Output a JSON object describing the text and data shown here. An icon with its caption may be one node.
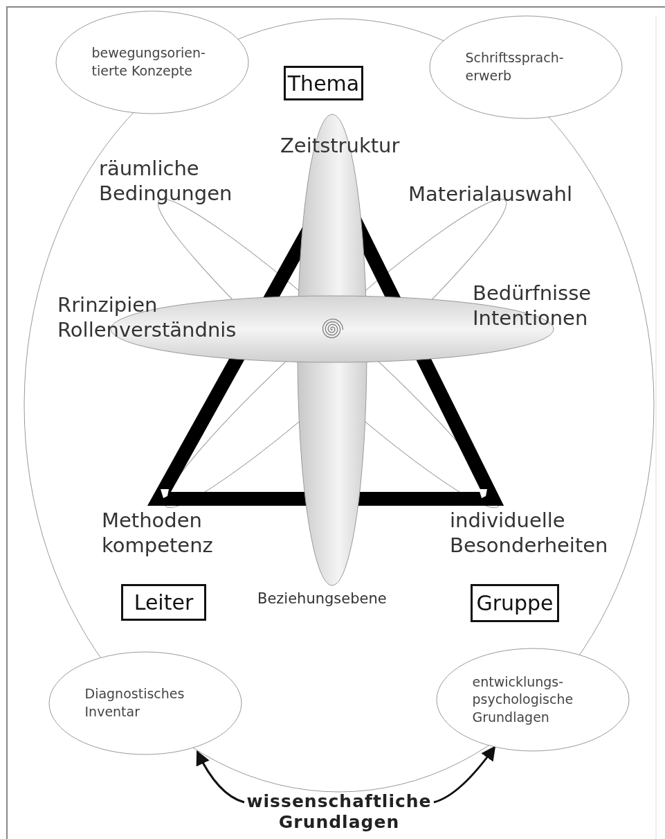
{
  "diagram": {
    "nodes": [
      {
        "text": [
          "bewegungsorien- tierte Konzepte"
        ]
      },
      {
        "text": [
          "Thema"
        ]
      },
      {
        "text": [
          "Schriftssprach- erwerb"
        ]
      },
      {
        "text": [
          "Leiter"
        ]
      },
      {
        "text": [
          "Gruppe"
        ]
      },
      {
        "text": [
          "Diagnostisches Inventar"
        ]
      },
      {
        "text": [
          "entwicklungs- psychologische Grundlagen"
        ]
      },
      {
        "text": [
          "wissenschaftliche Grundlagen"
        ]
      }
    ],
    "edges": [
      {
        "from": 7,
        "to": 5,
        "arrow": "to"
      },
      {
        "from": 7,
        "to": 6,
        "arrow": "to"
      }
    ],
    "labels": [
      "Zeitstruktur",
      "räumliche Bedingungen",
      "Materialauswahl",
      "Rrinzipien Rollenverständnis",
      "Bedürfnisse Intentionen",
      "Methoden kompetenz",
      "individuelle Besonderheiten",
      "Beziehungsebene"
    ]
  }
}
